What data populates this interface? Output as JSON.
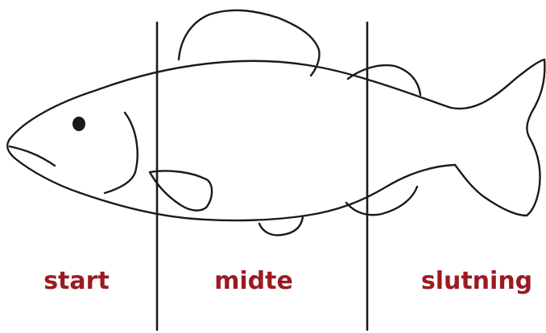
{
  "diagram": {
    "sections": [
      {
        "id": "start",
        "label": "start"
      },
      {
        "id": "midte",
        "label": "midte"
      },
      {
        "id": "slutning",
        "label": "slutning"
      }
    ]
  },
  "colors": {
    "label": "#9b1b21",
    "stroke": "#1a1a1a",
    "background": "#ffffff"
  },
  "icons": {
    "fish": "fish-drawing-icon"
  }
}
